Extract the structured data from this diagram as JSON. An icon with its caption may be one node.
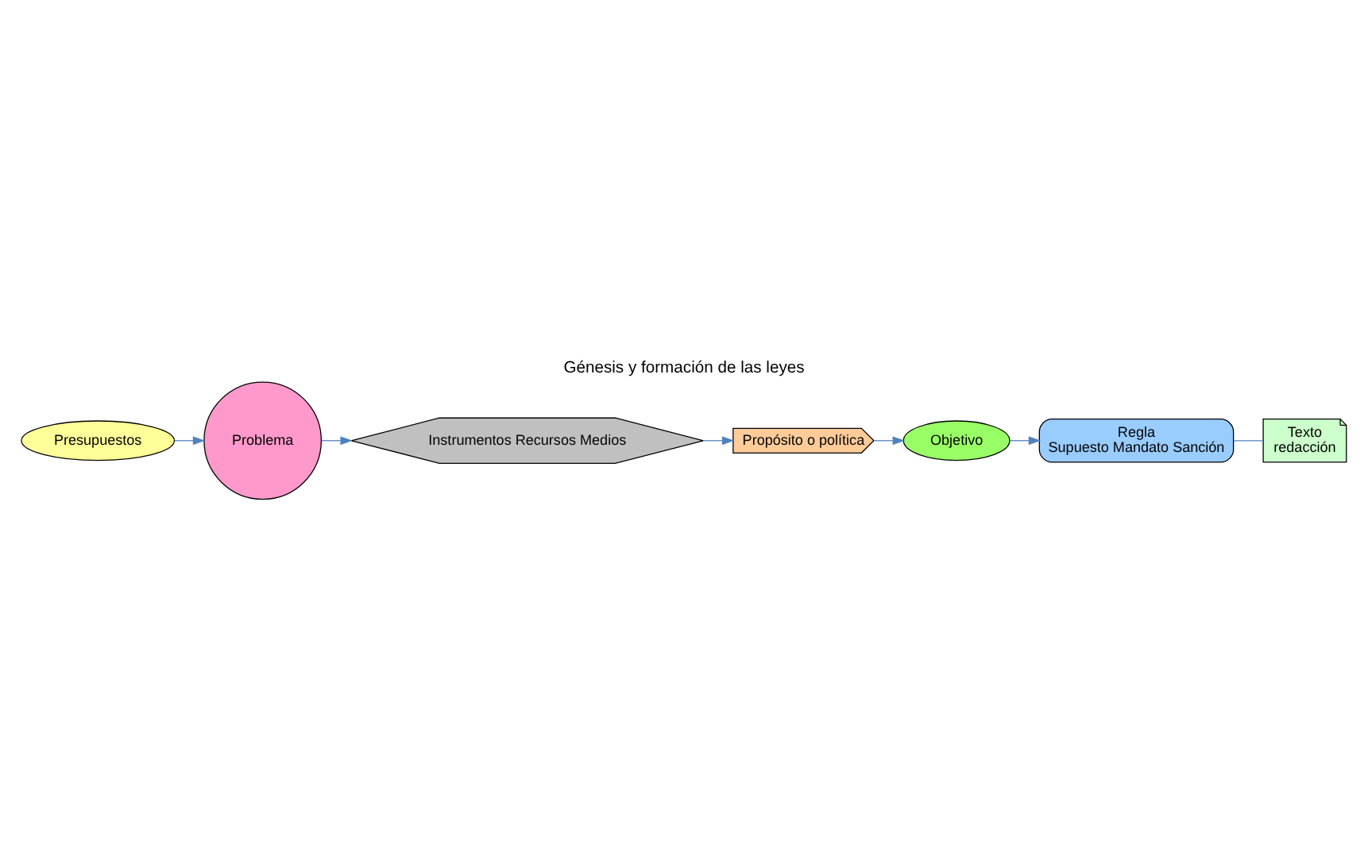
{
  "diagram": {
    "title": "Génesis y formación de las leyes",
    "nodes": [
      {
        "text": [
          "Presupuestos"
        ]
      },
      {
        "text": [
          "Problema"
        ]
      },
      {
        "text": [
          "Instrumentos Recursos Medios"
        ]
      },
      {
        "text": [
          "Propósito o política"
        ]
      },
      {
        "text": [
          "Objetivo"
        ]
      },
      {
        "text": [
          "Regla",
          "Supuesto Mandato Sanción"
        ]
      },
      {
        "text": [
          "Texto",
          "redacción"
        ]
      }
    ],
    "edges": [
      {
        "from": 0,
        "to": 1,
        "arrow": "to"
      },
      {
        "from": 1,
        "to": 2,
        "arrow": "to"
      },
      {
        "from": 2,
        "to": 3,
        "arrow": "to"
      },
      {
        "from": 3,
        "to": 4,
        "arrow": "to"
      },
      {
        "from": 4,
        "to": 5,
        "arrow": "to"
      },
      {
        "from": 5,
        "to": 6,
        "arrow": "none"
      }
    ]
  }
}
